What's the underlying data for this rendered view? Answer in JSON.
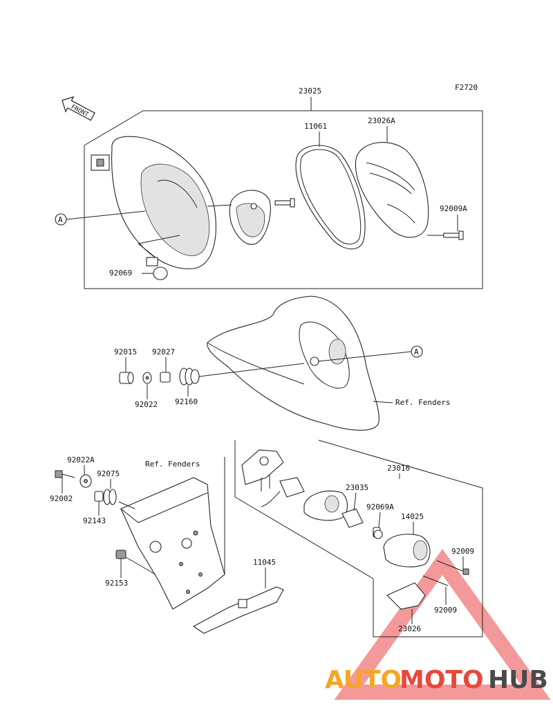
{
  "diagram": {
    "code": "F2720",
    "front_label": "FRONT",
    "callout_a": "A",
    "ref_fenders_label": "Ref. Fenders",
    "parts": {
      "p23025": "23025",
      "p11061": "11061",
      "p23026A": "23026A",
      "p92009A": "92009A",
      "p92069": "92069",
      "p92015": "92015",
      "p92027": "92027",
      "p92022": "92022",
      "p92160": "92160",
      "p92022A": "92022A",
      "p92075": "92075",
      "p92002": "92002",
      "p92143": "92143",
      "p92153": "92153",
      "p11045": "11045",
      "p23016": "23016",
      "p23035": "23035",
      "p92069A": "92069A",
      "p14025": "14025",
      "p92009_a": "92009",
      "p92009_b": "92009",
      "p23026": "23026"
    }
  },
  "watermark": {
    "part1": "AUTO",
    "part2": "MOTO",
    "part3": "HUB",
    "colors": {
      "orange": "#f5a623",
      "red": "#e8483b",
      "gray": "#4a4a4a",
      "triangle": "#f07f7f"
    }
  }
}
